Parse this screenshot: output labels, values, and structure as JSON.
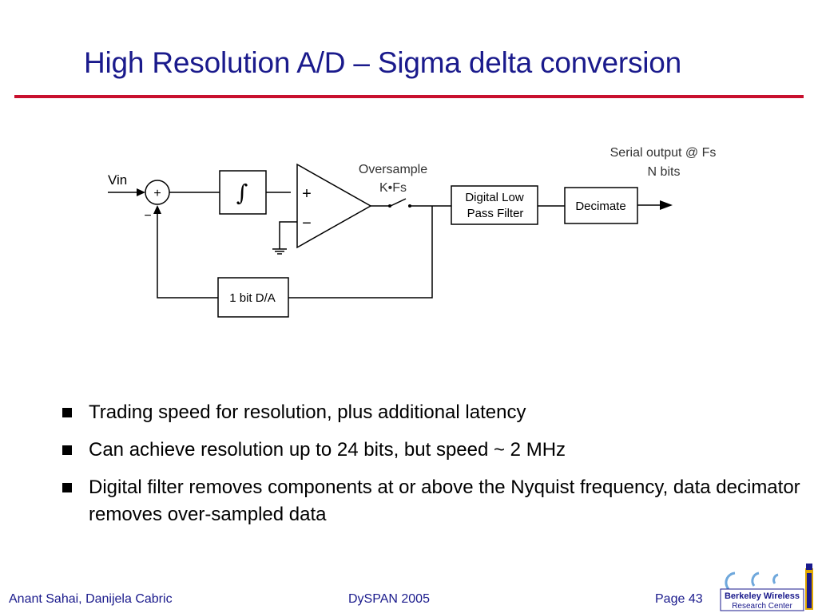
{
  "slide": {
    "title": "High Resolution A/D – Sigma delta conversion"
  },
  "diagram": {
    "input_label": "Vin",
    "summer_plus": "+",
    "summer_minus": "−",
    "integrator_symbol": "∫",
    "opamp_plus": "+",
    "opamp_minus": "−",
    "oversample_line1": "Oversample",
    "oversample_line2": "K•Fs",
    "filter_line1": "Digital Low",
    "filter_line2": "Pass Filter",
    "decimate": "Decimate",
    "output_line1": "Serial output @ Fs",
    "output_line2": "N bits",
    "dac": "1 bit D/A"
  },
  "bullets": [
    "Trading speed for resolution, plus additional latency",
    "Can achieve resolution up to 24 bits, but speed ~ 2 MHz",
    "Digital filter removes components at or above the Nyquist frequency, data decimator removes over-sampled data"
  ],
  "footer": {
    "authors": "Anant Sahai, Danijela Cabric",
    "conference": "DySPAN 2005",
    "page": "Page 43"
  },
  "logo": {
    "line1": "Berkeley Wireless",
    "line2": "Research Center"
  },
  "colors": {
    "title": "#1a1a8c",
    "rule": "#c8102e",
    "logo_blue": "#1a1a8c",
    "logo_gold": "#e0a800"
  }
}
